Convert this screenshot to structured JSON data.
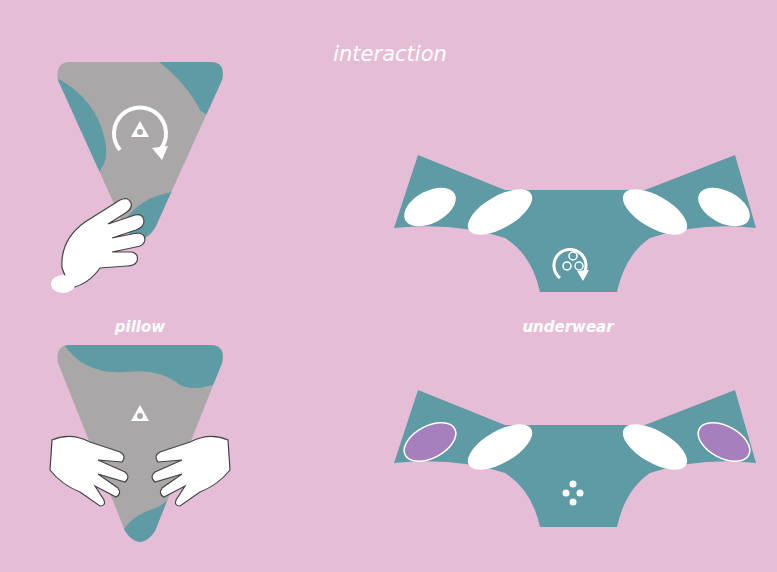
{
  "diagram": {
    "title": "interaction",
    "labels": [
      "pillow",
      "underwear"
    ]
  }
}
